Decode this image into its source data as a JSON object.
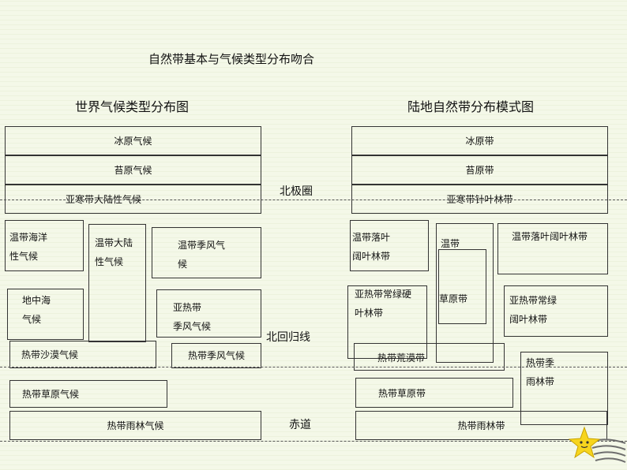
{
  "main_title": "自然带基本与气候类型分布吻合",
  "left_title": "世界气候类型分布图",
  "right_title": "陆地自然带分布模式图",
  "lines": {
    "arctic": "北极圈",
    "tropic": "北回归线",
    "equator": "赤道"
  },
  "climate": {
    "ice": "冰原气候",
    "tundra": "苔原气候",
    "subarctic": "亚寒带大陆性气候",
    "temperate_maritime": "温带海洋\n性气候",
    "temperate_continental": "温带大陆\n性气候",
    "temperate_monsoon": "温带季风气\n候",
    "mediterranean": "地中海\n气候",
    "subtropical_monsoon": "亚热带\n季风气候",
    "tropical_desert": "热带沙漠气候",
    "tropical_monsoon": "热带季风气候",
    "savanna": "热带草原气候",
    "rainforest": "热带雨林气候"
  },
  "natural": {
    "ice": "冰原带",
    "tundra": "苔原带",
    "taiga": "亚寒带针叶林带",
    "temperate_deciduous": "温带落叶\n阔叶林带",
    "temperate_grass_top": "温带",
    "temperate_grass_bottom": "草原带",
    "temperate_deciduous_right": "温带落叶阔叶林带",
    "subtropical_sclerophyll": "亚热带常绿硬\n叶林带",
    "subtropical_evergreen": "亚热带常绿\n阔叶林带",
    "desert": "热带荒漠带",
    "monsoon_forest": "热带季\n雨林带",
    "savanna": "热带草原带",
    "rainforest": "热带雨林带"
  }
}
